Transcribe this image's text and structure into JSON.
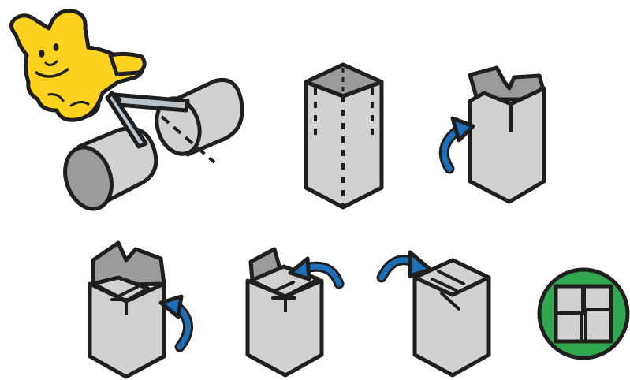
{
  "figure": {
    "background": "#ffffff",
    "colors": {
      "outline": "#1f1f1f",
      "box_side": "#d1d1d1",
      "box_dark": "#9b9b9b",
      "arrow": "#1d6fb8",
      "character": "#ffd21f",
      "scissors_handle": "#f26b1d",
      "scissors_blade": "#b9c3cc",
      "badge": "#2fa84f"
    },
    "steps": [
      {
        "name": "step-cut-tube",
        "icons": [
          "character-icon",
          "scissors-icon",
          "tube-icon"
        ]
      },
      {
        "name": "step-fold-lines",
        "icons": [
          "box-icon"
        ]
      },
      {
        "name": "step-fold-first-flap",
        "icons": [
          "box-icon",
          "curved-arrow-icon"
        ]
      },
      {
        "name": "step-fold-second-flap",
        "icons": [
          "box-icon",
          "curved-arrow-icon"
        ]
      },
      {
        "name": "step-fold-third-flap",
        "icons": [
          "box-icon",
          "curved-arrow-icon"
        ]
      },
      {
        "name": "step-fold-fourth-flap",
        "icons": [
          "box-icon",
          "curved-arrow-icon"
        ]
      },
      {
        "name": "step-result",
        "icons": [
          "closed-box-top-icon"
        ]
      }
    ]
  }
}
